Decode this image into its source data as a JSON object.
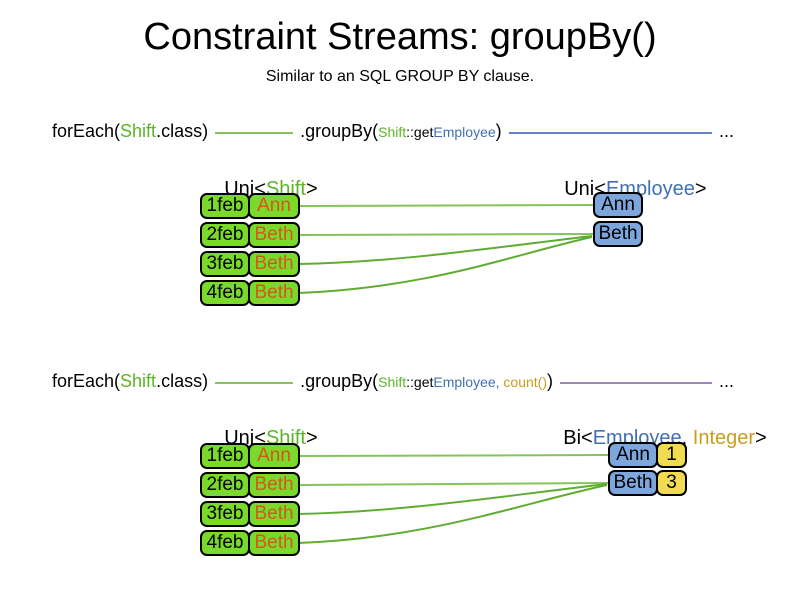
{
  "title": "Constraint Streams: groupBy()",
  "subtitle": "Similar to an SQL GROUP BY clause.",
  "colors": {
    "box-green": "#79DA2B",
    "box-blue": "#7CA6DC",
    "box-yellow": "#F0DB52",
    "diamond-purple": "#B06C97",
    "text-green": "#5BB427",
    "text-blue": "#4170B2",
    "text-gold": "#C79F1C",
    "text-orange": "#D4581C",
    "line-green": "#85C45B",
    "line-green-dark": "#60AC32",
    "line-blue": "#6485C1",
    "line-purple": "#9D86BE"
  },
  "section1": {
    "code": {
      "foreach_open": "forEach(",
      "foreach_type": "Shift",
      "foreach_close": ".class)",
      "groupby_open": ".groupBy(",
      "arg_type": "Shift",
      "arg_accessor": "::get",
      "arg_prop": "Employee",
      "groupby_close": ")",
      "ellipsis": "..."
    },
    "source_label": {
      "prefix": "Uni<",
      "type": "Shift",
      "suffix": ">"
    },
    "result_label": {
      "prefix": "Uni<",
      "type": "Employee",
      "suffix": ">"
    },
    "rows": [
      {
        "date": "1feb",
        "employee": "Ann"
      },
      {
        "date": "2feb",
        "employee": "Beth"
      },
      {
        "date": "3feb",
        "employee": "Beth"
      },
      {
        "date": "4feb",
        "employee": "Beth"
      }
    ],
    "results": [
      {
        "employee": "Ann"
      },
      {
        "employee": "Beth"
      }
    ]
  },
  "section2": {
    "code": {
      "foreach_open": "forEach(",
      "foreach_type": "Shift",
      "foreach_close": ".class)",
      "groupby_open": ".groupBy(",
      "arg_type": "Shift",
      "arg_accessor": "::get",
      "arg_prop": "Employee,",
      "arg_collector": " count()",
      "groupby_close": ")",
      "ellipsis": "..."
    },
    "source_label": {
      "prefix": "Uni<",
      "type": "Shift",
      "suffix": ">"
    },
    "result_label": {
      "prefix": "Bi<",
      "type1": "Employee",
      "separator": ", ",
      "type2": "Integer",
      "suffix": ">"
    },
    "rows": [
      {
        "date": "1feb",
        "employee": "Ann"
      },
      {
        "date": "2feb",
        "employee": "Beth"
      },
      {
        "date": "3feb",
        "employee": "Beth"
      },
      {
        "date": "4feb",
        "employee": "Beth"
      }
    ],
    "results": [
      {
        "employee": "Ann",
        "count": "1"
      },
      {
        "employee": "Beth",
        "count": "3"
      }
    ]
  }
}
